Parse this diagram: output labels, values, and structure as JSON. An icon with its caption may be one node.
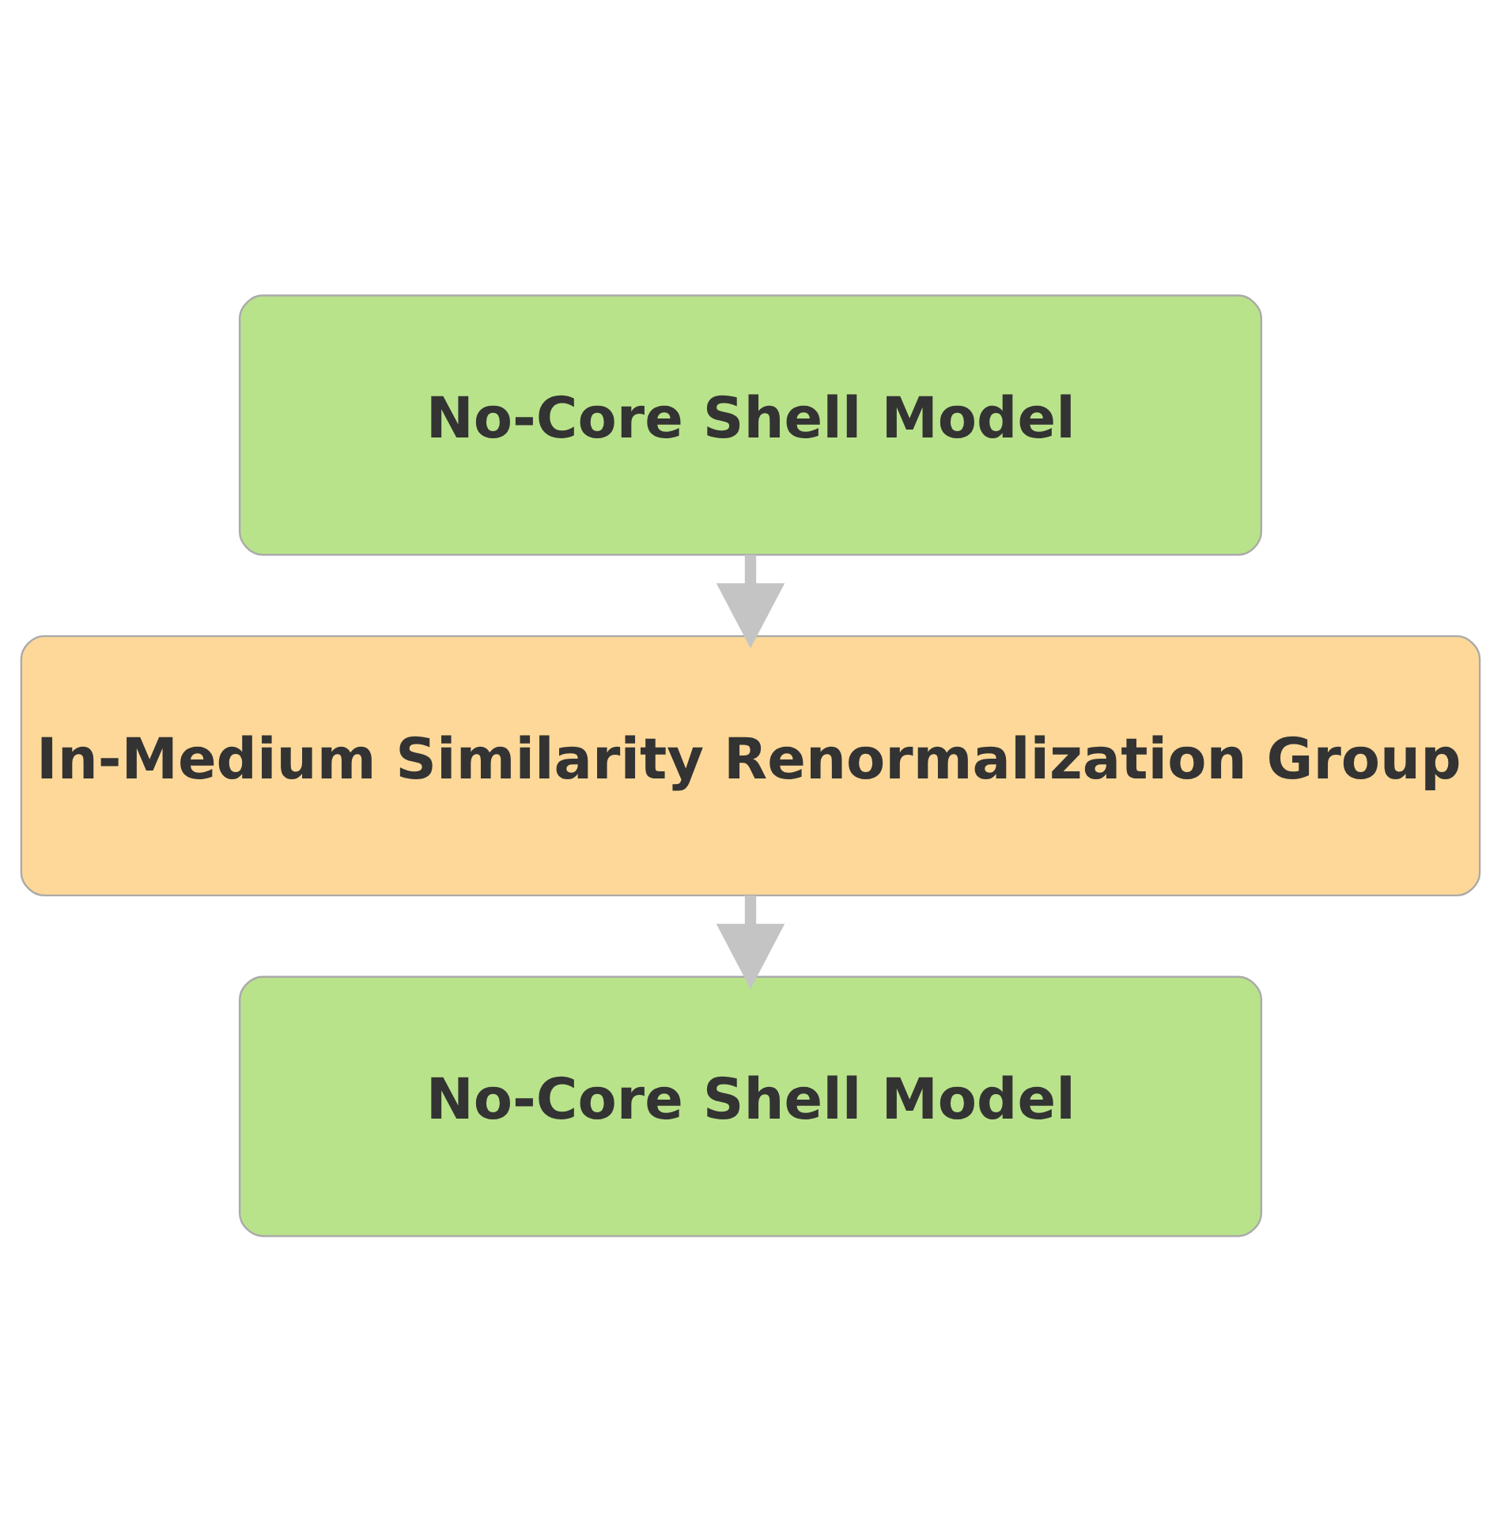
{
  "diagram": {
    "nodes": [
      {
        "text": [
          "No-Core Shell Model"
        ]
      },
      {
        "text": [
          "In-Medium Similarity Renormalization Group"
        ]
      },
      {
        "text": [
          "No-Core Shell Model"
        ]
      }
    ],
    "edges": [
      {
        "from": 0,
        "to": 1,
        "arrow": "to"
      },
      {
        "from": 1,
        "to": 2,
        "arrow": "to"
      }
    ]
  }
}
